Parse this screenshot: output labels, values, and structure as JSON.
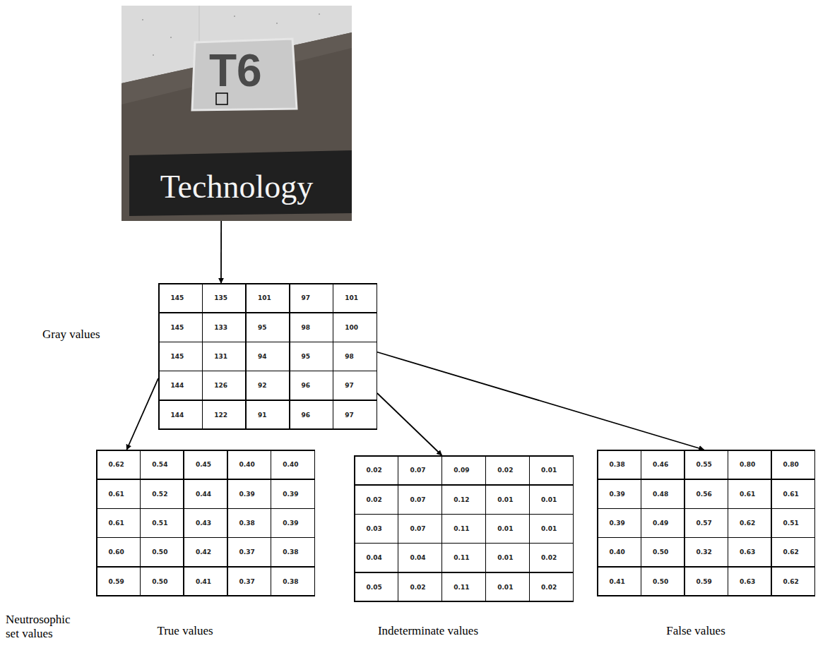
{
  "diagram": {
    "nodes": [
      {
        "text": [
          "T6",
          "Technology"
        ]
      },
      {
        "text": [
          "145",
          "135",
          "101",
          "97",
          "101",
          "145",
          "133",
          "95",
          "98",
          "100",
          "145",
          "131",
          "94",
          "95",
          "98",
          "144",
          "126",
          "92",
          "96",
          "97",
          "144",
          "122",
          "91",
          "96",
          "97"
        ]
      },
      {
        "text": [
          "0.62",
          "0.54",
          "0.45",
          "0.40",
          "0.40",
          "0.61",
          "0.52",
          "0.44",
          "0.39",
          "0.39",
          "0.61",
          "0.51",
          "0.43",
          "0.38",
          "0.39",
          "0.60",
          "0.50",
          "0.42",
          "0.37",
          "0.38",
          "0.59",
          "0.50",
          "0.41",
          "0.37",
          "0.38"
        ]
      },
      {
        "text": [
          "0.02",
          "0.07",
          "0.09",
          "0.02",
          "0.01",
          "0.02",
          "0.07",
          "0.12",
          "0.01",
          "0.01",
          "0.03",
          "0.07",
          "0.11",
          "0.01",
          "0.01",
          "0.04",
          "0.04",
          "0.11",
          "0.01",
          "0.02",
          "0.05",
          "0.02",
          "0.11",
          "0.01",
          "0.02"
        ]
      },
      {
        "text": [
          "0.38",
          "0.46",
          "0.55",
          "0.80",
          "0.80",
          "0.39",
          "0.48",
          "0.56",
          "0.61",
          "0.61",
          "0.39",
          "0.49",
          "0.57",
          "0.62",
          "0.51",
          "0.40",
          "0.50",
          "0.32",
          "0.63",
          "0.62",
          "0.41",
          "0.50",
          "0.59",
          "0.63",
          "0.62"
        ]
      }
    ],
    "edges": [
      {
        "from": 0,
        "to": 1,
        "arrow": "to"
      },
      {
        "from": 1,
        "to": 2,
        "arrow": "to"
      },
      {
        "from": 1,
        "to": 3,
        "arrow": "to"
      },
      {
        "from": 1,
        "to": 4,
        "arrow": "to"
      }
    ],
    "labels": [
      "Gray values",
      "Neutrosophic set values",
      "True values",
      "Indeterminate values",
      "False values"
    ]
  }
}
